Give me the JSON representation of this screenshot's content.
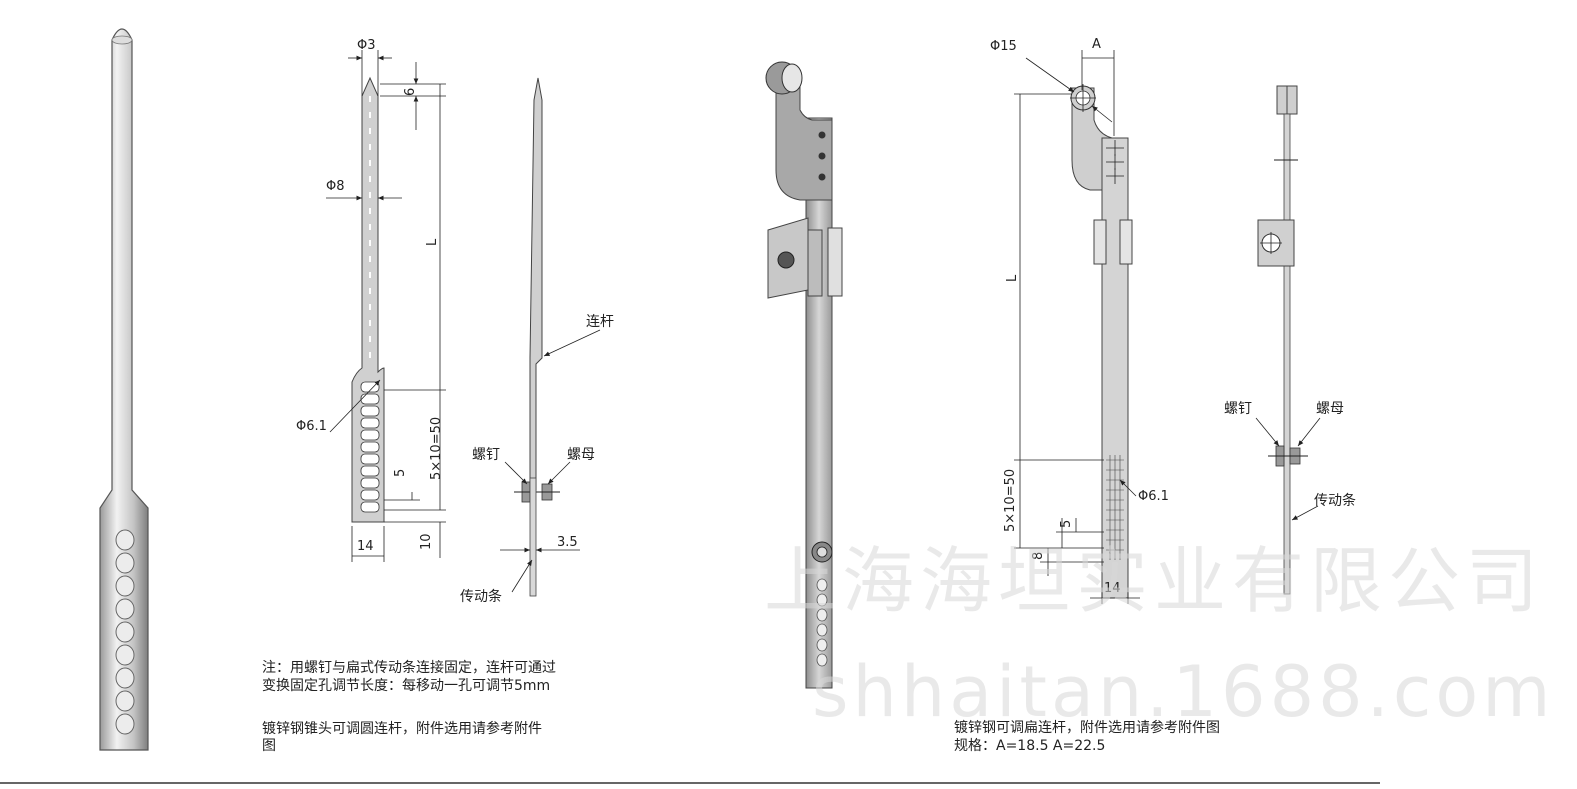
{
  "left": {
    "dims": {
      "phi3": "Φ3",
      "six": "6",
      "phi8": "Φ8",
      "L": "L",
      "phi61": "Φ6.1",
      "span": "5×10=50",
      "five": "5",
      "ten": "10",
      "fourteen": "14",
      "three5": "3.5"
    },
    "labels": {
      "link": "连杆",
      "screw": "螺钉",
      "nut": "螺母",
      "strip": "传动条"
    },
    "note_lines": [
      "注：用螺钉与扁式传动条连接固定，连杆可通过",
      "变换固定孔调节长度：每移动一孔可调节5mm"
    ],
    "caption_lines": [
      "镀锌钢锥头可调圆连杆，附件选用请参考附件",
      "图"
    ]
  },
  "right": {
    "dims": {
      "phi15": "Φ15",
      "A": "A",
      "L": "L",
      "phi61": "Φ6.1",
      "span": "5×10=50",
      "five": "5",
      "eight": "8",
      "fourteen": "14"
    },
    "labels": {
      "screw": "螺钉",
      "nut": "螺母",
      "strip": "传动条"
    },
    "caption_lines": [
      "镀锌钢可调扁连杆，附件选用请参考附件图",
      "规格：A=18.5  A=22.5"
    ]
  },
  "watermark": {
    "company": "上海海坦实业有限公司",
    "site": "shhaitan.1688.com"
  }
}
